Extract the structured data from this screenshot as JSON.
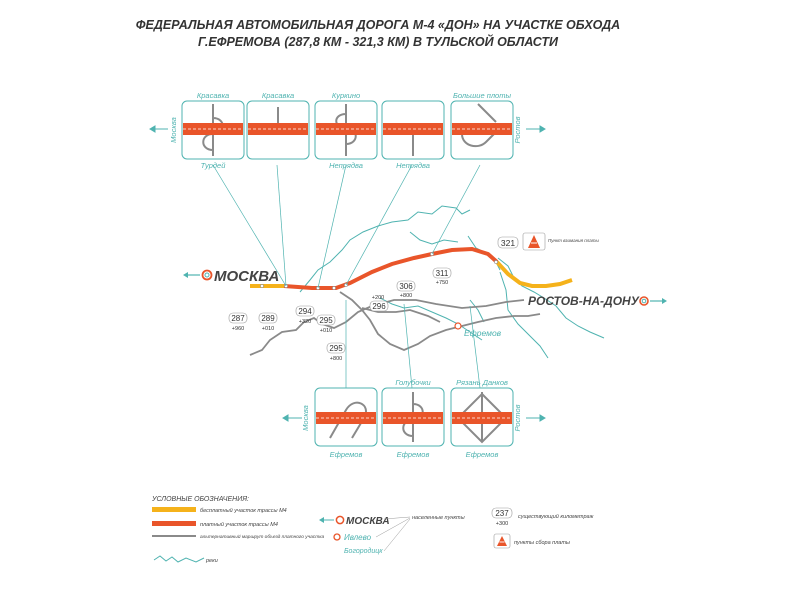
{
  "title": {
    "line1": "ФЕДЕРАЛЬНАЯ АВТОМОБИЛЬНАЯ ДОРОГА М-4 «ДОН» НА УЧАСТКЕ ОБХОДА",
    "line2": "Г.ЕФРЕМОВА (287,8 КМ - 321,3 КМ)  В ТУЛЬСКОЙ ОБЛАСТИ"
  },
  "colors": {
    "toll": "#e9552a",
    "free": "#f5b21b",
    "alt": "#8a8a8a",
    "river": "#4fb3b0",
    "text": "#333333"
  },
  "cities": {
    "moscow": "МОСКВА",
    "rostov": "РОСТОВ-НА-ДОНУ",
    "efremov": "Ефремов"
  },
  "top_interchanges": [
    {
      "top": "Красавка",
      "bottom": "Турдей",
      "side": "Москва",
      "icon": "cloverleaf-interchange-icon"
    },
    {
      "top": "Красавка",
      "bottom": "",
      "side": "",
      "icon": "t-junction-icon"
    },
    {
      "top": "Куркино",
      "bottom": "Непрядва",
      "side": "",
      "icon": "loop-interchange-icon"
    },
    {
      "top": "",
      "bottom": "Непрядва",
      "side": "",
      "icon": "t-junction-icon"
    },
    {
      "top": "Большие плоты",
      "bottom": "",
      "side": "Ростов",
      "icon": "trumpet-interchange-icon"
    }
  ],
  "bottom_interchanges": [
    {
      "top": "",
      "bottom": "Ефремов",
      "side": "Москва",
      "icon": "trumpet-interchange-icon"
    },
    {
      "top": "Голубочки",
      "bottom": "Ефремов",
      "side": "",
      "icon": "half-cloverleaf-icon"
    },
    {
      "top": "Рязань  Данков",
      "bottom": "Ефремов",
      "side": "Ростов",
      "icon": "diamond-interchange-icon"
    }
  ],
  "kilometer_posts": [
    {
      "km": "287",
      "sub": "+960"
    },
    {
      "km": "289",
      "sub": "+010"
    },
    {
      "km": "294",
      "sub": "+320"
    },
    {
      "km": "295",
      "sub": "+010"
    },
    {
      "km": "295",
      "sub": "+800"
    },
    {
      "km": "296",
      "sub": "+200"
    },
    {
      "km": "306",
      "sub": "+800"
    },
    {
      "km": "311",
      "sub": "+750"
    },
    {
      "km": "321",
      "sub": ""
    }
  ],
  "toll_point_label": "Пункт взимания платы",
  "legend": {
    "heading": "УСЛОВНЫЕ ОБОЗНАЧЕНИЯ:",
    "free_section": "бесплатный участок трассы М4",
    "toll_section": "платный участок трассы М4",
    "alt_route": "альтернативный маршрут объезд платного участка",
    "rivers": "реки",
    "city_example": "МОСКВА",
    "town_example": "Ивлево",
    "village_example": "Богородицк",
    "settlements": "населенные пункты",
    "km_example": "237",
    "km_example_sub": "+300",
    "km_note": "существующий километраж",
    "toll_points": "пункты сбора платы"
  }
}
